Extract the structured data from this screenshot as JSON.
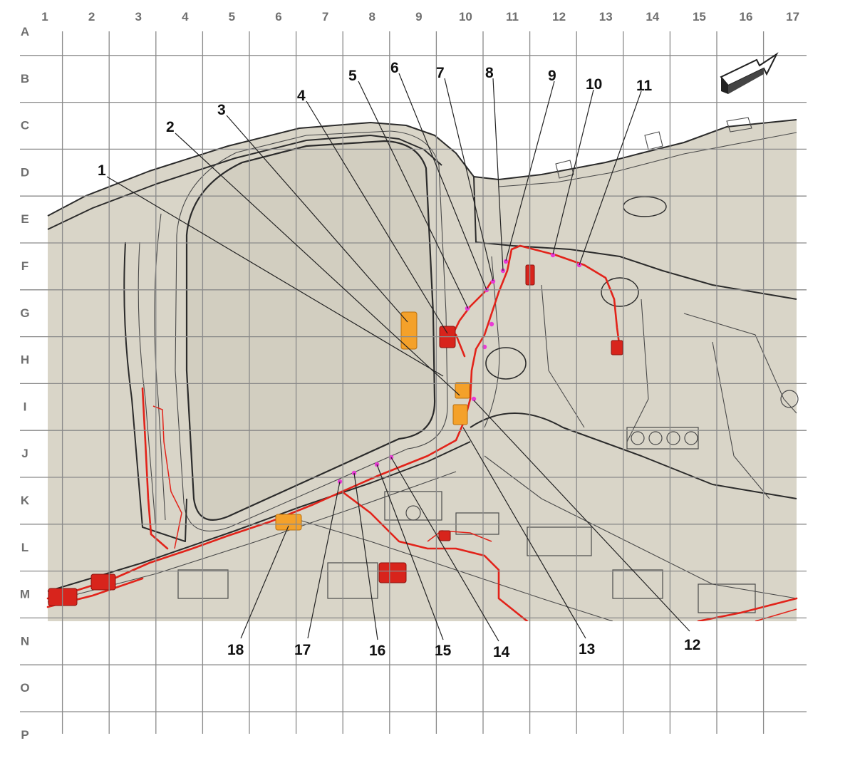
{
  "grid": {
    "columns": [
      "1",
      "2",
      "3",
      "4",
      "5",
      "6",
      "7",
      "8",
      "9",
      "10",
      "11",
      "12",
      "13",
      "14",
      "15",
      "16",
      "17"
    ],
    "rows": [
      "A",
      "B",
      "C",
      "D",
      "E",
      "F",
      "G",
      "H",
      "I",
      "J",
      "K",
      "L",
      "M",
      "N",
      "O",
      "P"
    ]
  },
  "callouts": [
    {
      "id": "1",
      "label": "1"
    },
    {
      "id": "2",
      "label": "2"
    },
    {
      "id": "3",
      "label": "3"
    },
    {
      "id": "4",
      "label": "4"
    },
    {
      "id": "5",
      "label": "5"
    },
    {
      "id": "6",
      "label": "6"
    },
    {
      "id": "7",
      "label": "7"
    },
    {
      "id": "8",
      "label": "8"
    },
    {
      "id": "9",
      "label": "9"
    },
    {
      "id": "10",
      "label": "10"
    },
    {
      "id": "11",
      "label": "11"
    },
    {
      "id": "12",
      "label": "12"
    },
    {
      "id": "13",
      "label": "13"
    },
    {
      "id": "14",
      "label": "14"
    },
    {
      "id": "15",
      "label": "15"
    },
    {
      "id": "16",
      "label": "16"
    },
    {
      "id": "17",
      "label": "17"
    },
    {
      "id": "18",
      "label": "18"
    }
  ],
  "colors": {
    "body_fill": "#d9d5c8",
    "harness": "#e2231a",
    "connector_highlight": "#f4a12a",
    "pin_marker": "#e93bd5",
    "grid": "#8a8a8a"
  },
  "icons": {
    "orientation": "direction-arrow-icon"
  }
}
